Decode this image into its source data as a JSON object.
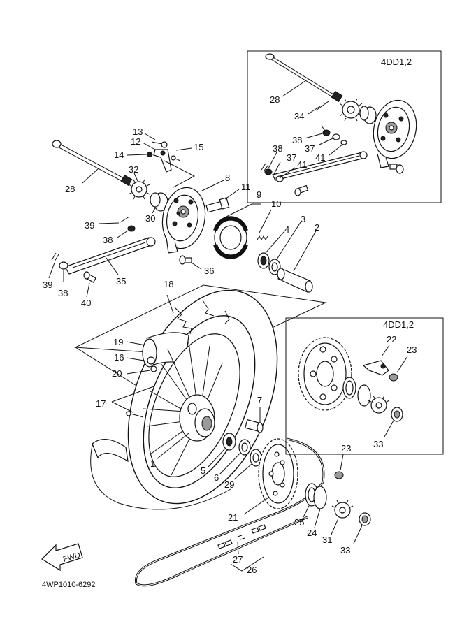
{
  "diagram": {
    "inset_top_tag": "4DD1,2",
    "inset_bottom_tag": "4DD1,2",
    "drawing_code": "4WP1010-6292",
    "fwd_label": "FWD"
  },
  "callouts": {
    "c1": "1",
    "c2": "2",
    "c3": "3",
    "c4": "4",
    "c5": "5",
    "c6": "6",
    "c7": "7",
    "c8": "8",
    "c9": "9",
    "c10": "10",
    "c11": "11",
    "c12": "12",
    "c13": "13",
    "c14": "14",
    "c15": "15",
    "c16": "16",
    "c17": "17",
    "c18": "18",
    "c19": "19",
    "c20": "20",
    "c21": "21",
    "c22": "22",
    "c23a": "23",
    "c23b": "23",
    "c24": "24",
    "c25": "25",
    "c26": "26",
    "c27": "27",
    "c28a": "28",
    "c28b": "28",
    "c29": "29",
    "c30": "30",
    "c31": "31",
    "c32": "32",
    "c33a": "33",
    "c33b": "33",
    "c34": "34",
    "c35": "35",
    "c36": "36",
    "c37a": "37",
    "c37b": "37",
    "c38a": "38",
    "c38b": "38",
    "c38c": "38",
    "c38d": "38",
    "c39a": "39",
    "c39b": "39",
    "c40": "40",
    "c41a": "41",
    "c41b": "41"
  }
}
